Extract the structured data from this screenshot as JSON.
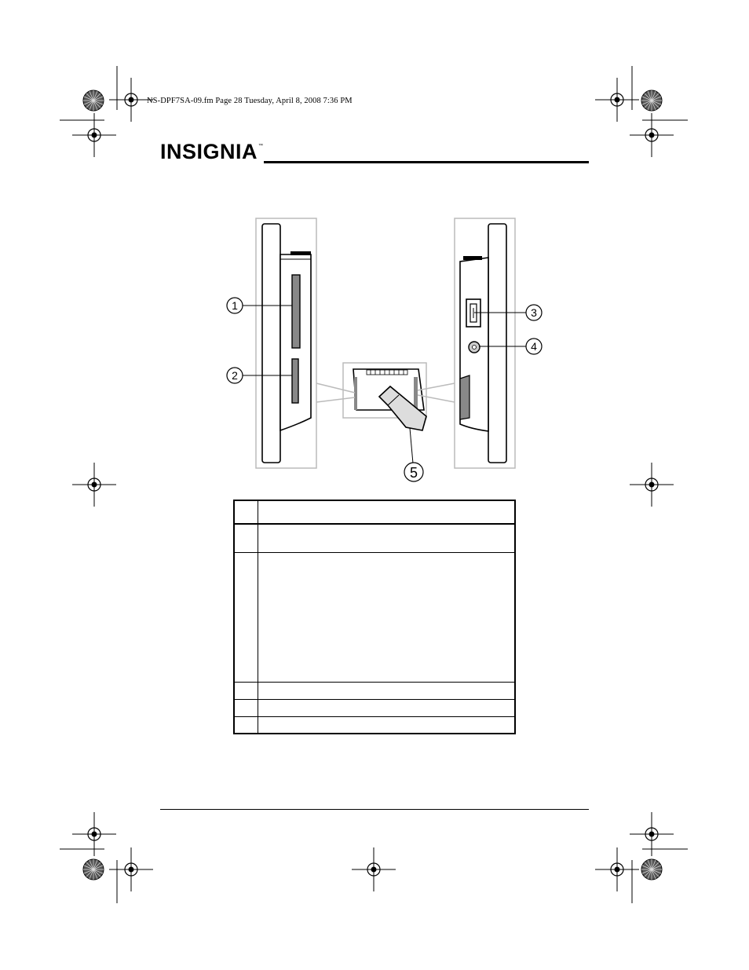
{
  "print_header": "NS-DPF7SA-09.fm  Page 28  Tuesday, April 8, 2008  7:36 PM",
  "brand": {
    "name": "INSIGNIA",
    "trademark": "™"
  },
  "diagram": {
    "callouts": [
      "1",
      "2",
      "3",
      "4",
      "5"
    ]
  },
  "table": {
    "rows": 6
  }
}
